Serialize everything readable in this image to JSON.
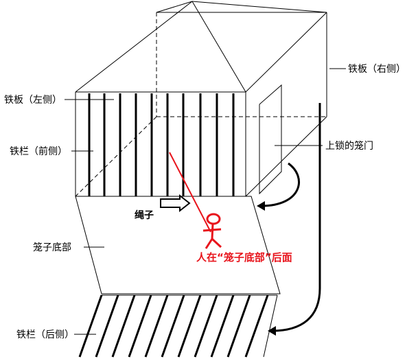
{
  "labels": {
    "iron_plate_right": "铁板（右侧）",
    "iron_plate_left": "铁板（左侧）",
    "bars_front": "铁栏（前侧）",
    "locked_door": "上锁的笼门",
    "rope": "绳子",
    "cage_bottom": "笼子底部",
    "person_note": "人在“笼子底部”后面",
    "bars_back": "铁栏（后侧）"
  },
  "colors": {
    "line": "#000000",
    "accent_red": "#e8141c"
  },
  "icons": {
    "arrow": "hollow-right-arrow-icon",
    "person": "stick-figure-icon"
  }
}
